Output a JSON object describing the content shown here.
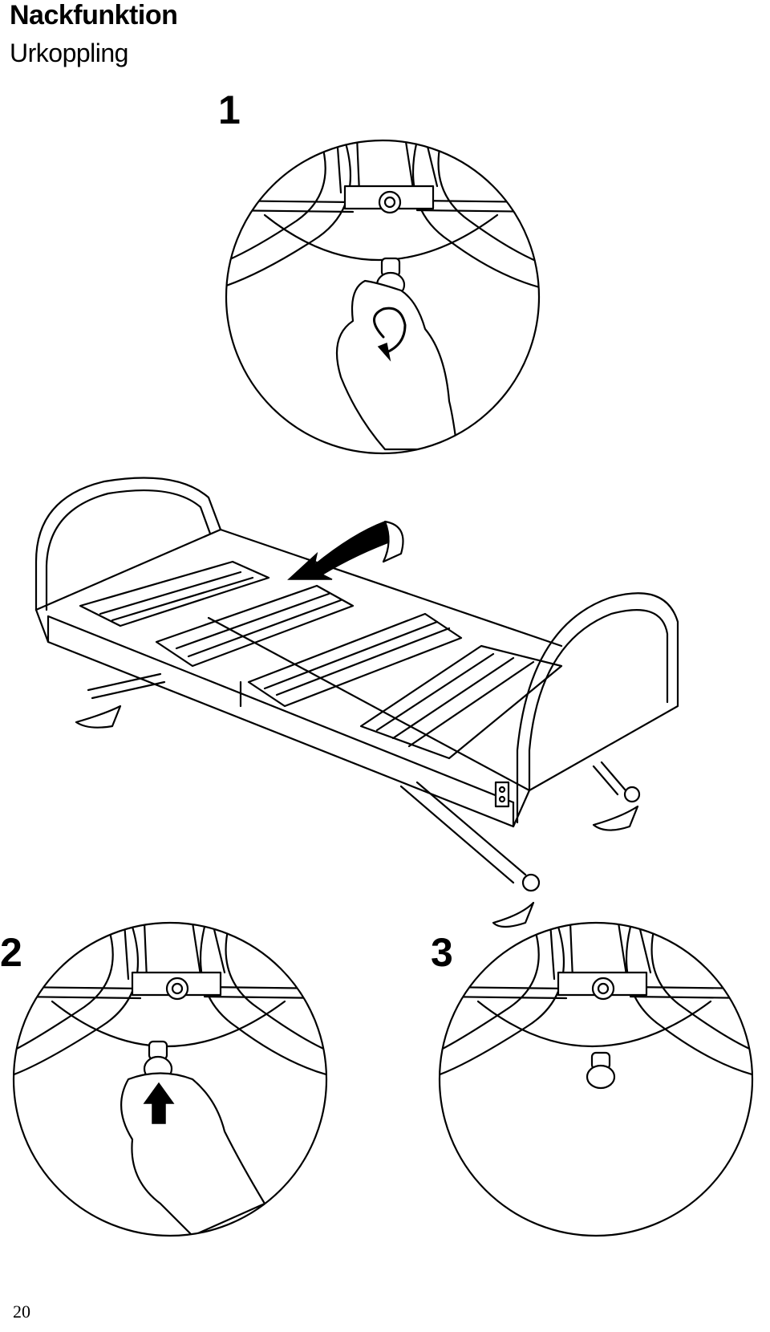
{
  "heading": {
    "title": "Nackfunktion",
    "subtitle": "Urkoppling"
  },
  "steps": {
    "one": "1",
    "two": "2",
    "three": "3"
  },
  "footer": {
    "page_number": "20"
  }
}
